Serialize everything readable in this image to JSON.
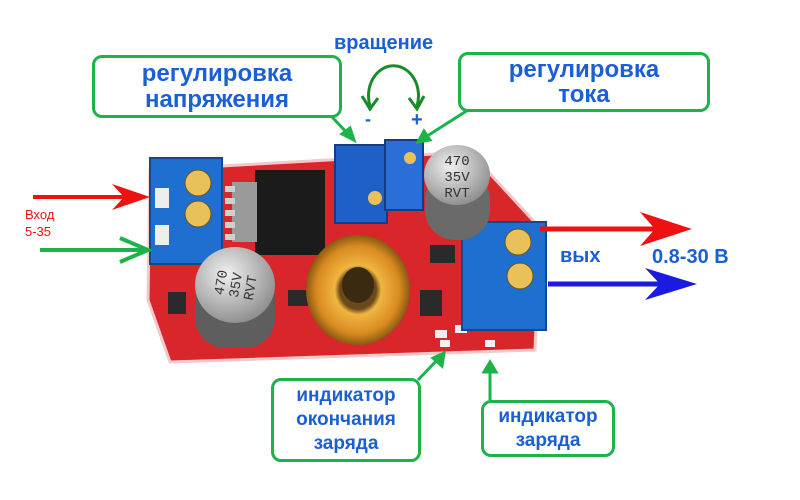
{
  "labels": {
    "rotation": "вращение",
    "minus": "-",
    "plus": "+",
    "voltage_adj": [
      "регулировка",
      "напряжения"
    ],
    "current_adj": [
      "регулировка",
      "тока"
    ],
    "charge_end_indicator": [
      "индикатор",
      "окончания",
      "заряда"
    ],
    "charge_indicator": [
      "индикатор",
      "заряда"
    ],
    "input": [
      "Вход",
      "5-35"
    ],
    "output": "вых",
    "output_range": "0.8-30 В",
    "capacitor_marking": [
      "470",
      "35V",
      "RVT"
    ]
  },
  "colors": {
    "label_text": "#1a5fd6",
    "box_border": "#1db34a",
    "input_arrow_positive": "#ee1111",
    "input_arrow_negative": "#1db34a",
    "output_arrow_positive": "#ee1111",
    "output_arrow_negative": "#1a1ae0",
    "pcb": "#d8262b"
  }
}
